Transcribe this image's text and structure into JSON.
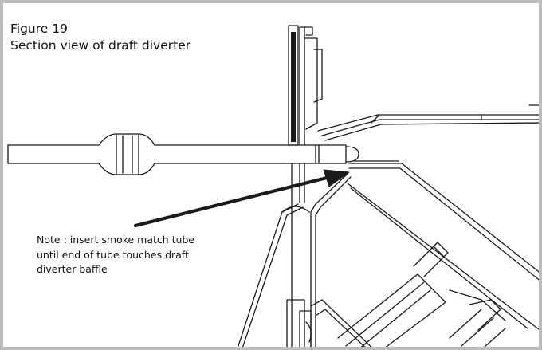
{
  "figure": {
    "label": "Figure 19",
    "title": "Section view of draft diverter"
  },
  "note": {
    "lines": [
      "Note : insert smoke match tube",
      "until end of tube touches draft",
      "diverter baffle"
    ]
  },
  "colors": {
    "line": "#1a1a1a",
    "border": "#bcbcbc",
    "background": "#ffffff"
  }
}
